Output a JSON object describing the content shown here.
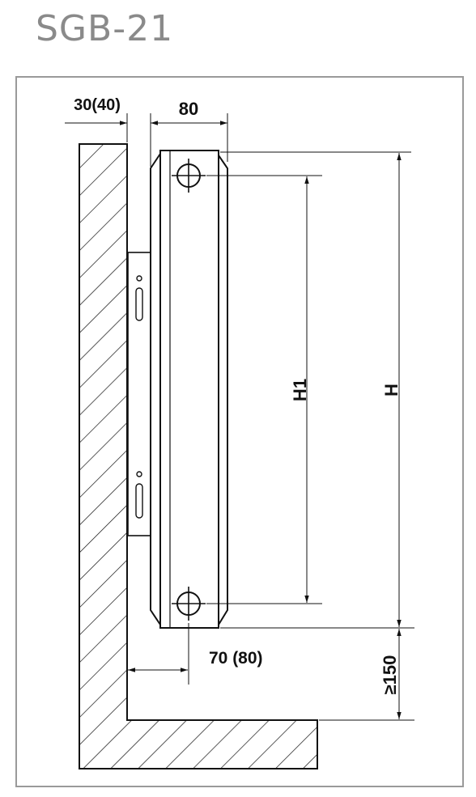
{
  "title": "SGB-21",
  "dims": {
    "wall_gap": "30(40)",
    "depth": "80",
    "h1": "H1",
    "h": "H",
    "bottom_offset": "70 (80)",
    "floor_gap": "≥150"
  }
}
